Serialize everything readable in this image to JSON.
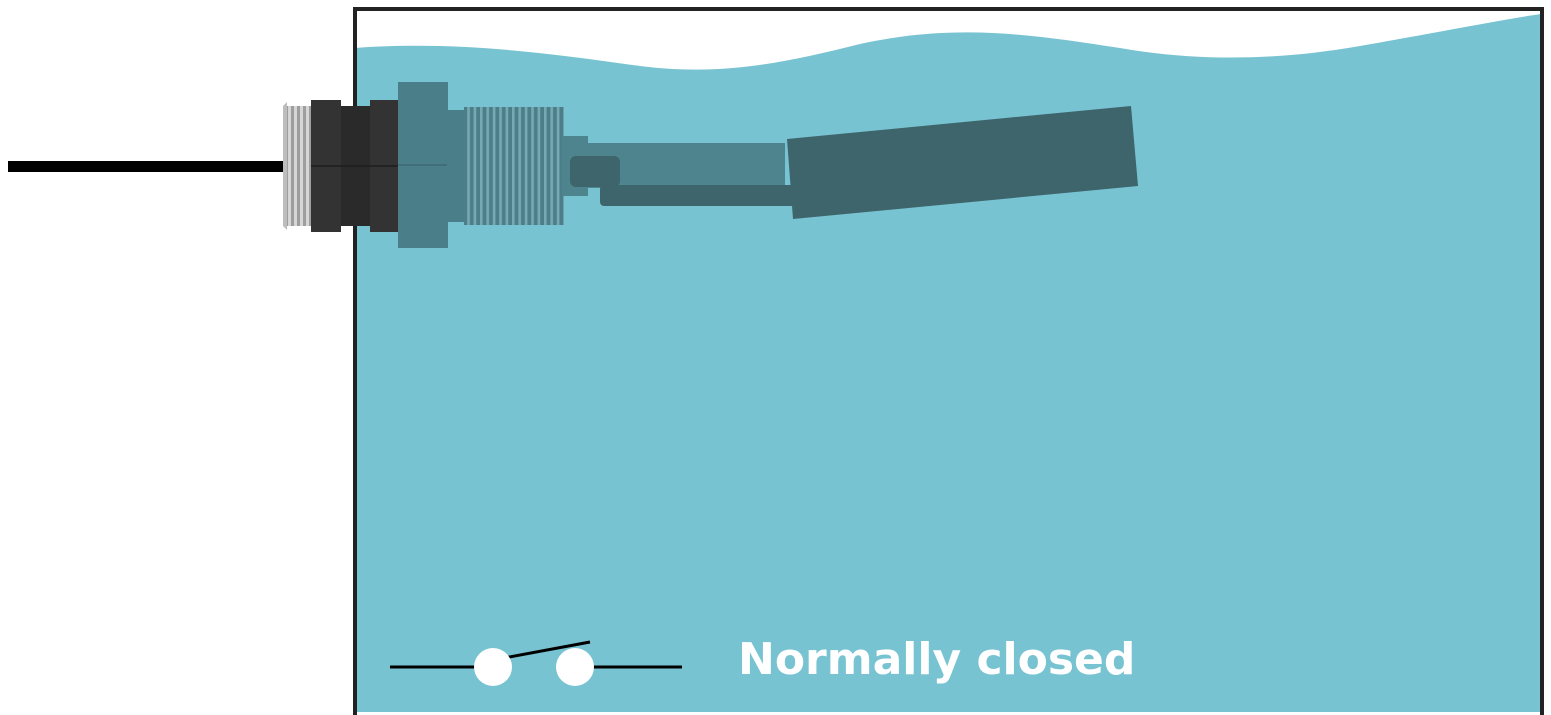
{
  "diagram": {
    "caption": "Normally closed",
    "switch_state": "open",
    "colors": {
      "water": "#78c3d1",
      "tank_outline": "#222222",
      "nut_body": "#4a7f89",
      "float": "#3e646c",
      "stem": "#4e848d",
      "lock_nut": "#333333",
      "thread_metal": "#a8a8a8",
      "cable": "#000000",
      "caption_text": "#ffffff",
      "switch_contacts": "#ffffff"
    },
    "parts": [
      "tank",
      "water",
      "cable",
      "threaded-fitting",
      "lock-nuts",
      "hex-nut",
      "threaded-shaft",
      "stem",
      "float",
      "switch-symbol"
    ]
  }
}
